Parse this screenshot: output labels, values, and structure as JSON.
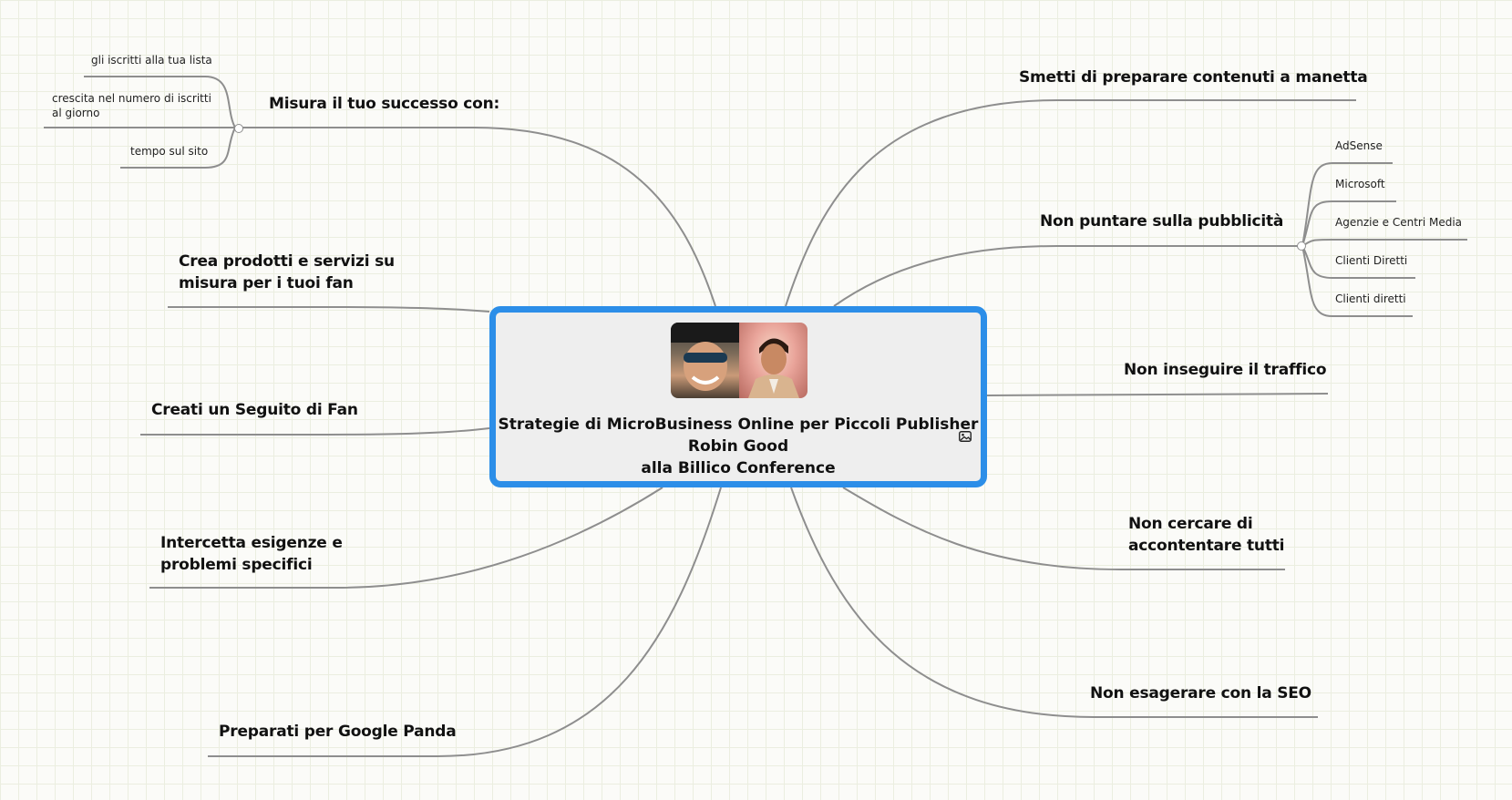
{
  "central_topic": {
    "title": "Strategie di MicroBusiness Online per Piccoli Publisher\nRobin Good\nalla Billico Conference",
    "icon": "image-icon"
  },
  "left_branches": {
    "misura": {
      "label": "Misura il tuo successo con:",
      "children": [
        "gli iscritti alla tua lista",
        "crescita nel numero di iscritti\nal giorno",
        "tempo sul sito"
      ]
    },
    "crea": "Crea prodotti e servizi su\nmisura per i tuoi fan",
    "seguito": "Creati un Seguito di Fan",
    "intercetta": "Intercetta esigenze  e\nproblemi specifici",
    "panda": "Preparati per Google Panda"
  },
  "right_branches": {
    "smetti": "Smetti di preparare contenuti a manetta",
    "pubblicita": {
      "label": "Non puntare sulla pubblicità",
      "children": [
        "AdSense",
        "Microsoft",
        "Agenzie e Centri Media",
        "Clienti Diretti",
        "Clienti diretti"
      ]
    },
    "traffico": "Non inseguire il traffico",
    "cercare": "Non cercare di\naccontentare tutti",
    "seo": "Non esagerare con la SEO"
  },
  "colors": {
    "central_border": "#2c8ee8",
    "connector": "#8e8e8e",
    "grid": "#ebeee0"
  }
}
